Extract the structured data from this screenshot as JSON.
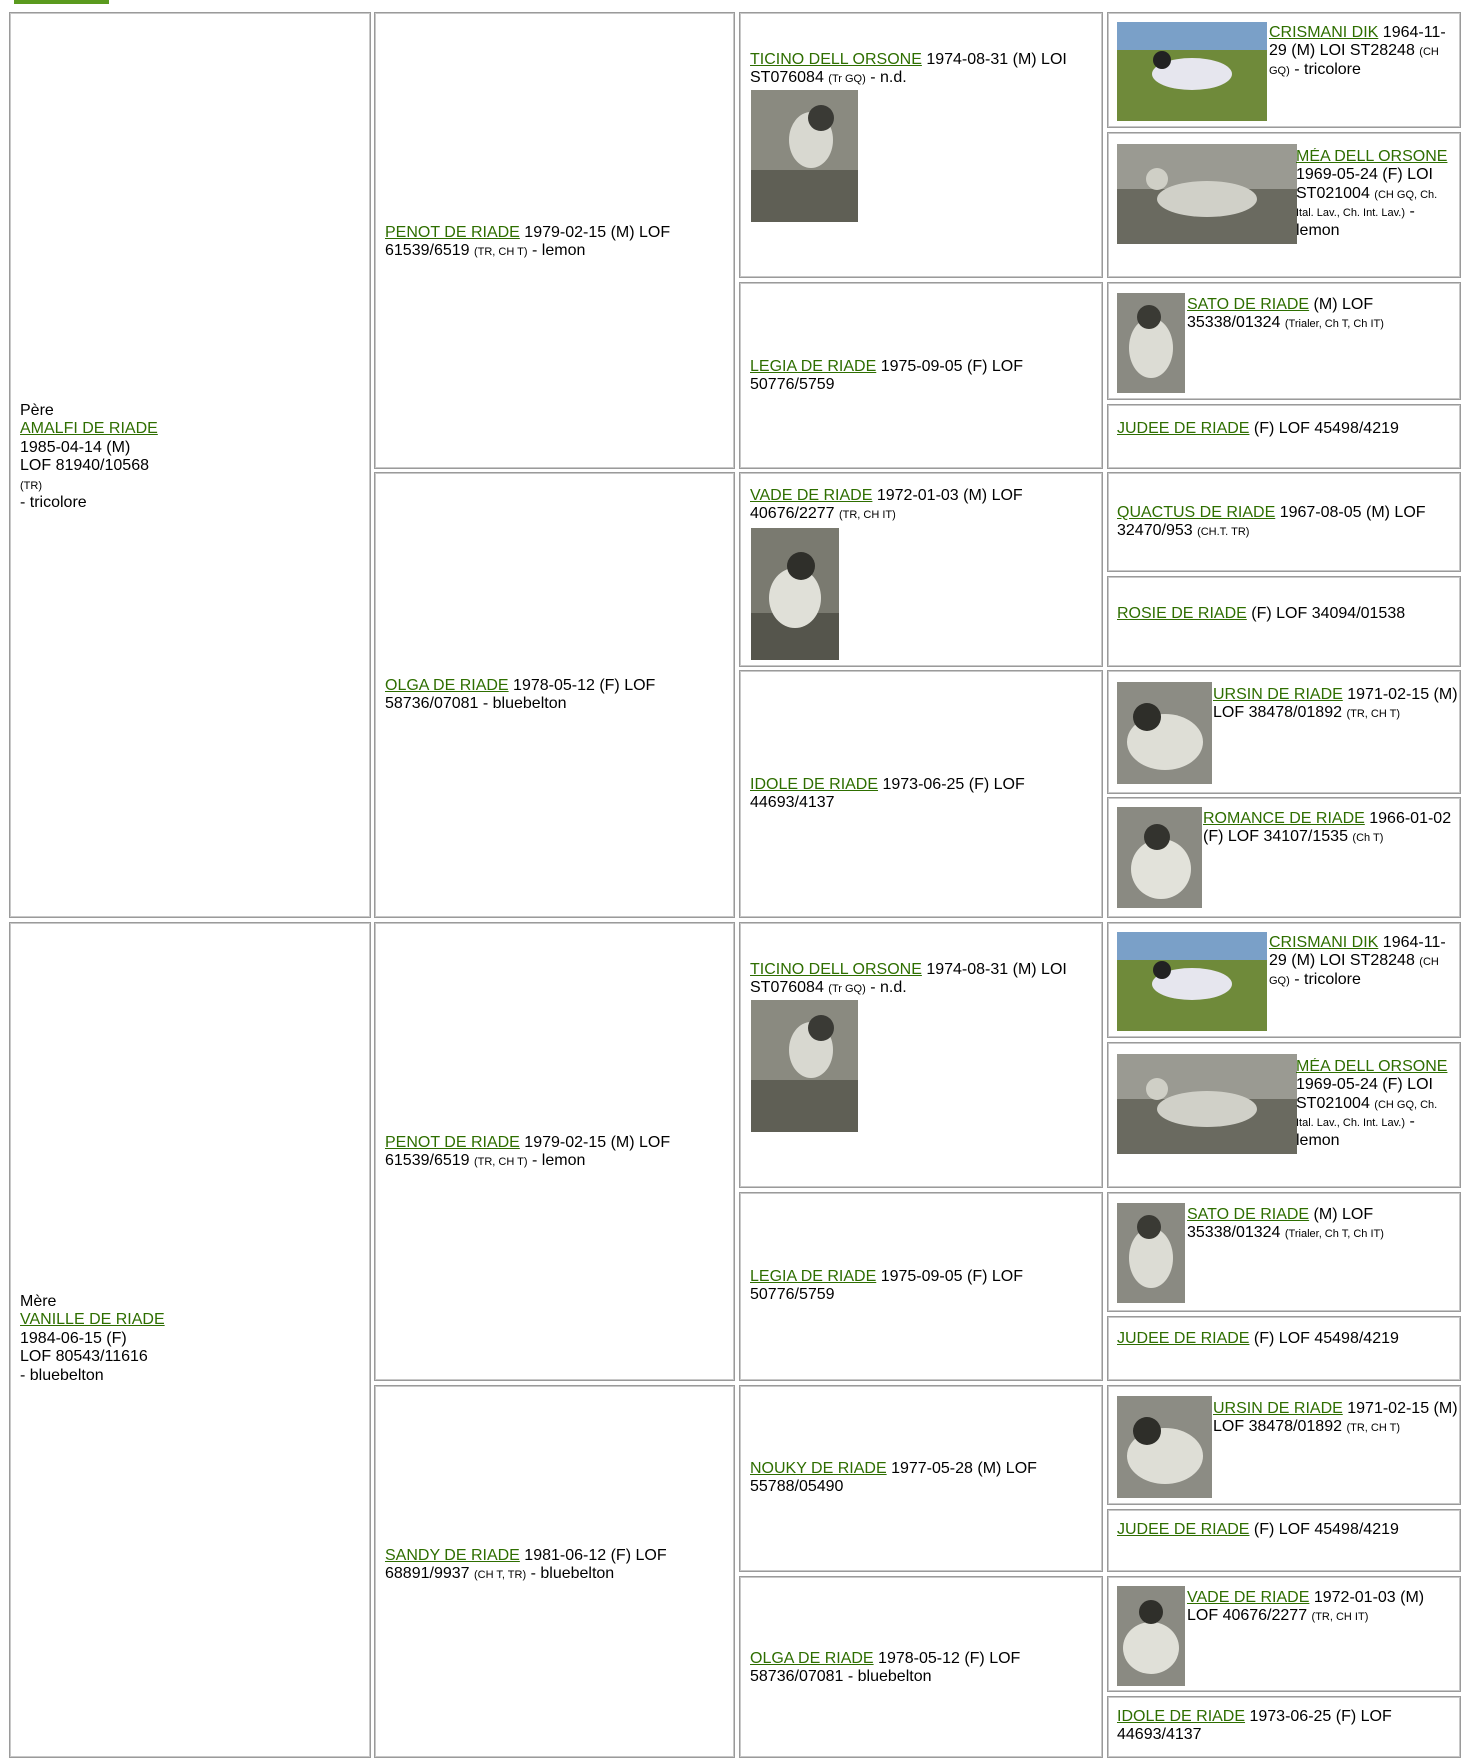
{
  "header": {
    "link_label": ""
  },
  "sire": {
    "role": "Père",
    "name": "AMALFI DE RIADE",
    "date": "1985-04-14 (M)",
    "reg": "LOF 81940/10568",
    "titles": "(TR)",
    "color": "- tricolore",
    "gen2a": {
      "name": "PENOT DE RIADE",
      "rest": " 1979-02-15 (M) LOF 61539/6519 ",
      "titles": "(TR, CH T)",
      "tail": " - lemon"
    },
    "gen2b": {
      "name": "OLGA DE RIADE",
      "rest": " 1978-05-12 (F) LOF 58736/07081 - bluebelton",
      "titles": "",
      "tail": ""
    },
    "gen3a": {
      "name": "TICINO DELL ORSONE",
      "rest": " 1974-08-31 (M) LOI ST076084 ",
      "titles": "(Tr GQ)",
      "tail": " - n.d."
    },
    "gen3b": {
      "name": "LEGIA DE RIADE",
      "rest": " 1975-09-05 (F) LOF 50776/5759",
      "titles": "",
      "tail": ""
    },
    "gen3c": {
      "name": "VADE DE RIADE",
      "rest": " 1972-01-03 (M) LOF 40676/2277 ",
      "titles": "(TR, CH IT)",
      "tail": ""
    },
    "gen3d": {
      "name": "IDOLE DE RIADE",
      "rest": " 1973-06-25 (F) LOF 44693/4137",
      "titles": "",
      "tail": ""
    },
    "gen4a": {
      "name": "CRISMANI DIK",
      "rest": " 1964-11-29 (M) LOI ST28248 ",
      "titles": "(CH GQ)",
      "tail": " - tricolore"
    },
    "gen4b": {
      "name": "MÉA DELL ORSONE",
      "rest": " 1969-05-24 (F) LOI ST021004 ",
      "titles": "(CH GQ, Ch. Ital. Lav., Ch. Int. Lav.)",
      "tail": " - lemon"
    },
    "gen4c": {
      "name": "SATO DE RIADE",
      "rest": " (M) LOF 35338/01324 ",
      "titles": "(Trialer, Ch T, Ch IT)",
      "tail": ""
    },
    "gen4d": {
      "name": "JUDEE DE RIADE",
      "rest": " (F) LOF 45498/4219",
      "titles": "",
      "tail": ""
    },
    "gen4e": {
      "name": "QUACTUS DE RIADE",
      "rest": " 1967-08-05 (M) LOF 32470/953 ",
      "titles": "(CH.T. TR)",
      "tail": ""
    },
    "gen4f": {
      "name": "ROSIE DE RIADE",
      "rest": " (F) LOF 34094/01538",
      "titles": "",
      "tail": ""
    },
    "gen4g": {
      "name": "URSIN DE RIADE",
      "rest": " 1971-02-15 (M) LOF 38478/01892 ",
      "titles": "(TR, CH T)",
      "tail": ""
    },
    "gen4h": {
      "name": "ROMANCE DE RIADE",
      "rest": " 1966-01-02 (F) LOF 34107/1535 ",
      "titles": "(Ch T)",
      "tail": ""
    }
  },
  "dam": {
    "role": "Mère",
    "name": "VANILLE DE RIADE",
    "date": "1984-06-15 (F)",
    "reg": "LOF 80543/11616",
    "titles": "",
    "color": "- bluebelton",
    "gen2a": {
      "name": "PENOT DE RIADE",
      "rest": " 1979-02-15 (M) LOF 61539/6519 ",
      "titles": "(TR, CH T)",
      "tail": " - lemon"
    },
    "gen2b": {
      "name": "SANDY DE RIADE",
      "rest": " 1981-06-12 (F) LOF 68891/9937 ",
      "titles": "(CH T, TR)",
      "tail": " - bluebelton"
    },
    "gen3a": {
      "name": "TICINO DELL ORSONE",
      "rest": " 1974-08-31 (M) LOI ST076084 ",
      "titles": "(Tr GQ)",
      "tail": " - n.d."
    },
    "gen3b": {
      "name": "LEGIA DE RIADE",
      "rest": " 1975-09-05 (F) LOF 50776/5759",
      "titles": "",
      "tail": ""
    },
    "gen3c": {
      "name": "NOUKY DE RIADE",
      "rest": " 1977-05-28 (M) LOF 55788/05490",
      "titles": "",
      "tail": ""
    },
    "gen3d": {
      "name": "OLGA DE RIADE",
      "rest": " 1978-05-12 (F) LOF 58736/07081 - bluebelton",
      "titles": "",
      "tail": ""
    },
    "gen4a": {
      "name": "CRISMANI DIK",
      "rest": " 1964-11-29 (M) LOI ST28248 ",
      "titles": "(CH GQ)",
      "tail": " - tricolore"
    },
    "gen4b": {
      "name": "MÉA DELL ORSONE",
      "rest": " 1969-05-24 (F) LOI ST021004 ",
      "titles": "(CH GQ, Ch. Ital. Lav., Ch. Int. Lav.)",
      "tail": " - lemon"
    },
    "gen4c": {
      "name": "SATO DE RIADE",
      "rest": " (M) LOF 35338/01324 ",
      "titles": "(Trialer, Ch T, Ch IT)",
      "tail": ""
    },
    "gen4d": {
      "name": "JUDEE DE RIADE",
      "rest": " (F) LOF 45498/4219",
      "titles": "",
      "tail": ""
    },
    "gen4e": {
      "name": "URSIN DE RIADE",
      "rest": " 1971-02-15 (M) LOF 38478/01892 ",
      "titles": "(TR, CH T)",
      "tail": ""
    },
    "gen4f": {
      "name": "JUDEE DE RIADE",
      "rest": " (F) LOF 45498/4219",
      "titles": "",
      "tail": ""
    },
    "gen4g": {
      "name": "VADE DE RIADE",
      "rest": " 1972-01-03 (M) LOF 40676/2277 ",
      "titles": "(TR, CH IT)",
      "tail": ""
    },
    "gen4h": {
      "name": "IDOLE DE RIADE",
      "rest": " 1973-06-25 (F) LOF 44693/4137",
      "titles": "",
      "tail": ""
    }
  }
}
